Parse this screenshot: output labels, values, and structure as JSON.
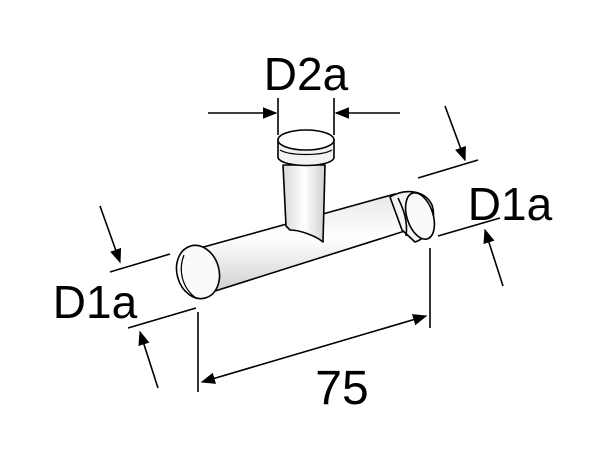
{
  "drawing": {
    "labels": {
      "d2a": "D2a",
      "d1a_right": "D1a",
      "d1a_left": "D1a",
      "length": "75"
    },
    "line_color": "#000000",
    "background_color": "#ffffff"
  }
}
